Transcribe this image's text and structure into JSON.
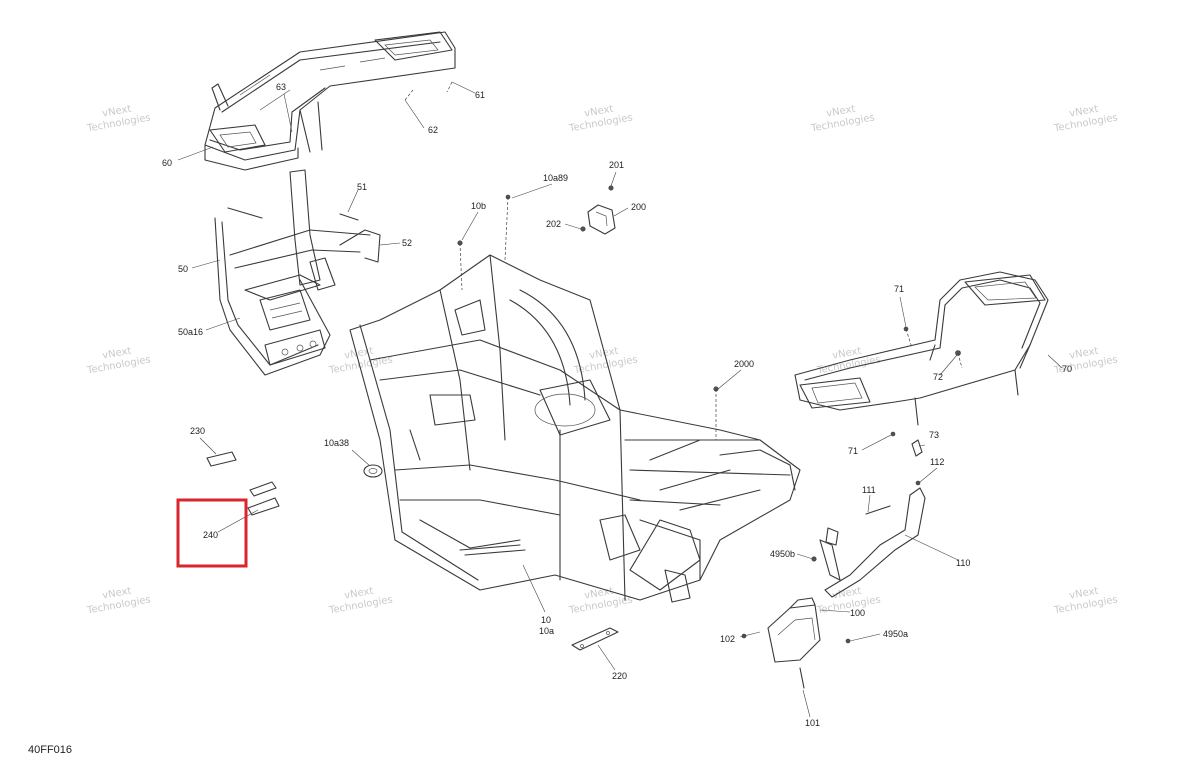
{
  "diagram_code": "40FF016",
  "watermark": {
    "line1": "vNext",
    "line2": "Technologies"
  },
  "highlight_color": "#d9262c",
  "callouts": [
    {
      "id": "61",
      "text": "61"
    },
    {
      "id": "62",
      "text": "62"
    },
    {
      "id": "63",
      "text": "63"
    },
    {
      "id": "60",
      "text": "60"
    },
    {
      "id": "51",
      "text": "51"
    },
    {
      "id": "52",
      "text": "52"
    },
    {
      "id": "50",
      "text": "50"
    },
    {
      "id": "50a16",
      "text": "50a16"
    },
    {
      "id": "10b",
      "text": "10b"
    },
    {
      "id": "10a89",
      "text": "10a89"
    },
    {
      "id": "201",
      "text": "201"
    },
    {
      "id": "200",
      "text": "200"
    },
    {
      "id": "202",
      "text": "202"
    },
    {
      "id": "71a",
      "text": "71"
    },
    {
      "id": "72",
      "text": "72"
    },
    {
      "id": "70",
      "text": "70"
    },
    {
      "id": "2000",
      "text": "2000"
    },
    {
      "id": "230",
      "text": "230"
    },
    {
      "id": "10a38",
      "text": "10a38"
    },
    {
      "id": "240",
      "text": "240"
    },
    {
      "id": "71b",
      "text": "71"
    },
    {
      "id": "73",
      "text": "73"
    },
    {
      "id": "112",
      "text": "112"
    },
    {
      "id": "111",
      "text": "111"
    },
    {
      "id": "110",
      "text": "110"
    },
    {
      "id": "4950b",
      "text": "4950b"
    },
    {
      "id": "100",
      "text": "100"
    },
    {
      "id": "4950a",
      "text": "4950a"
    },
    {
      "id": "102",
      "text": "102"
    },
    {
      "id": "101",
      "text": "101"
    },
    {
      "id": "10",
      "text": "10"
    },
    {
      "id": "10a",
      "text": "10a"
    },
    {
      "id": "220",
      "text": "220"
    }
  ]
}
